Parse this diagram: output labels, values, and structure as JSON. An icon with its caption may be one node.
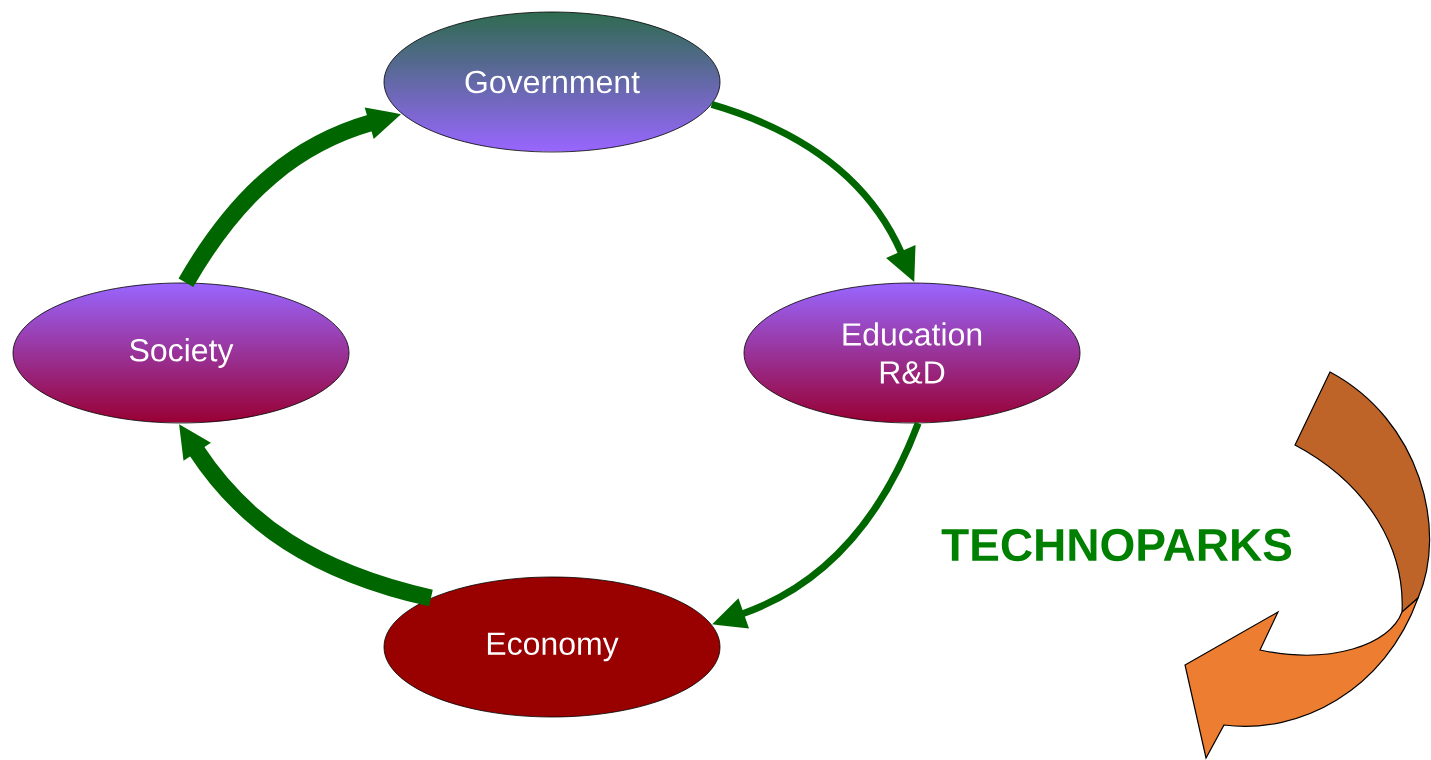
{
  "diagram": {
    "nodes": [
      {
        "text": [
          "Government"
        ]
      },
      {
        "text": [
          "Society"
        ]
      },
      {
        "text": [
          "Education R&D"
        ]
      },
      {
        "text": [
          "Economy"
        ]
      }
    ],
    "edges": [
      {
        "from": 0,
        "to": 2,
        "arrow": "to"
      },
      {
        "from": 2,
        "to": 3,
        "arrow": "to"
      },
      {
        "from": 3,
        "to": 1,
        "arrow": "to",
        "style": "thick"
      },
      {
        "from": 1,
        "to": 0,
        "arrow": "to",
        "style": "thick"
      }
    ],
    "labels": [
      "TECHNOPARKS"
    ]
  }
}
